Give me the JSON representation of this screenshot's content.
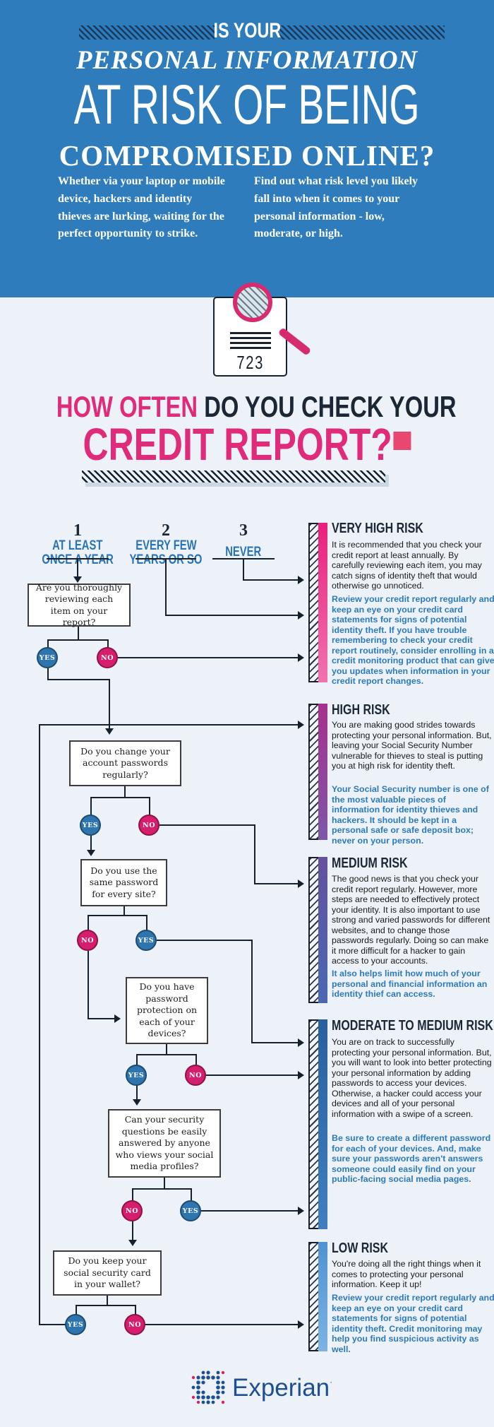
{
  "header": {
    "kicker": "IS YOUR",
    "line1": "PERSONAL INFORMATION",
    "line2": "AT RISK OF BEING",
    "line3": "COMPROMISED ONLINE?",
    "intro_left": "Whether via your laptop or mobile device, hackers and identity thieves are lurking, waiting for the perfect opportunity to strike.",
    "intro_right": "Find out what risk level you likely fall into when it comes to your personal information - low, moderate, or high."
  },
  "score_doc": {
    "score": "723"
  },
  "question_title": {
    "accent": "HOW OFTEN",
    "rest": " DO YOU CHECK YOUR",
    "line2": "CREDIT REPORT?"
  },
  "options": [
    {
      "number": "1",
      "label_line1": "AT LEAST",
      "label_line2": "ONCE A YEAR"
    },
    {
      "number": "2",
      "label_line1": "EVERY FEW",
      "label_line2": "YEARS OR SO"
    },
    {
      "number": "3",
      "label_line1": "NEVER",
      "label_line2": ""
    }
  ],
  "questions": [
    {
      "text": "Are you thoroughly reviewing each item on your report?",
      "left_label": "YES",
      "right_label": "NO"
    },
    {
      "text": "Do you change your account passwords regularly?",
      "left_label": "YES",
      "right_label": "NO"
    },
    {
      "text": "Do you use the same password for every site?",
      "left_label": "NO",
      "right_label": "YES"
    },
    {
      "text": "Do you have password protection on each of your devices?",
      "left_label": "YES",
      "right_label": "NO"
    },
    {
      "text": "Can your security questions be easily answered by anyone who views your social media profiles?",
      "left_label": "NO",
      "right_label": "YES"
    },
    {
      "text": "Do you keep your social security card in your wallet?",
      "left_label": "YES",
      "right_label": "NO"
    }
  ],
  "risks": [
    {
      "title": "VERY HIGH RISK",
      "body": "It is recommended that you check your credit report at least annually. By carefully reviewing each item, you may catch signs of identity theft that would otherwise go unnoticed.",
      "tip": "Review your credit report regularly and keep an eye on your credit card statements for signs of potential identity theft. If you have trouble remembering to check your credit report routinely, consider enrolling in a credit monitoring product that can give you updates when information in your credit report changes.",
      "color_top": "#ea1f7d",
      "color_bottom": "#f272ae"
    },
    {
      "title": "HIGH RISK",
      "body": "You are making good strides towards protecting your personal information. But, leaving your Social Security Number vulnerable for thieves to steal is putting you at high risk for identity theft.",
      "tip": "Your Social Security number is one of the most valuable pieces of information for identity thieves and hackers. It should be kept in a personal safe or safe deposit box; never on your person.",
      "color_top": "#a8308e",
      "color_bottom": "#7d57a8"
    },
    {
      "title": "MEDIUM RISK",
      "body": "The good news is that you check your credit report regularly. However, more steps are needed to effectively protect your identity. It is also important to use strong and varied passwords for different websites, and to change those passwords regularly. Doing so can make it more difficult for a hacker to gain access to your accounts.",
      "tip": "It also helps limit how much of your personal and financial information an identity thief can access.",
      "color_top": "#64519f",
      "color_bottom": "#4a68b2"
    },
    {
      "title": "MODERATE TO MEDIUM RISK",
      "body": "You are on track to successfully protecting your personal information. But, you will want to look into better protecting your personal information by adding passwords to access your devices. Otherwise, a hacker could access your devices and all of your personal information with a swipe of a screen.",
      "tip": "Be sure to create a different password for each of your devices. And, make sure your passwords aren't answers someone could easily find on your public-facing social media pages.",
      "color_top": "#2a5f9e",
      "color_bottom": "#3f7fc0"
    },
    {
      "title": "LOW RISK",
      "body": "You're doing all the right things when it comes to protecting your personal information. Keep it up!",
      "tip": "Review your credit report regularly and keep an eye on your credit card statements for signs of potential identity theft. Credit monitoring may help you find suspicious activity as well.",
      "color_top": "#4f92d2",
      "color_bottom": "#7db3e3"
    }
  ],
  "footer": {
    "brand": "Experian"
  }
}
